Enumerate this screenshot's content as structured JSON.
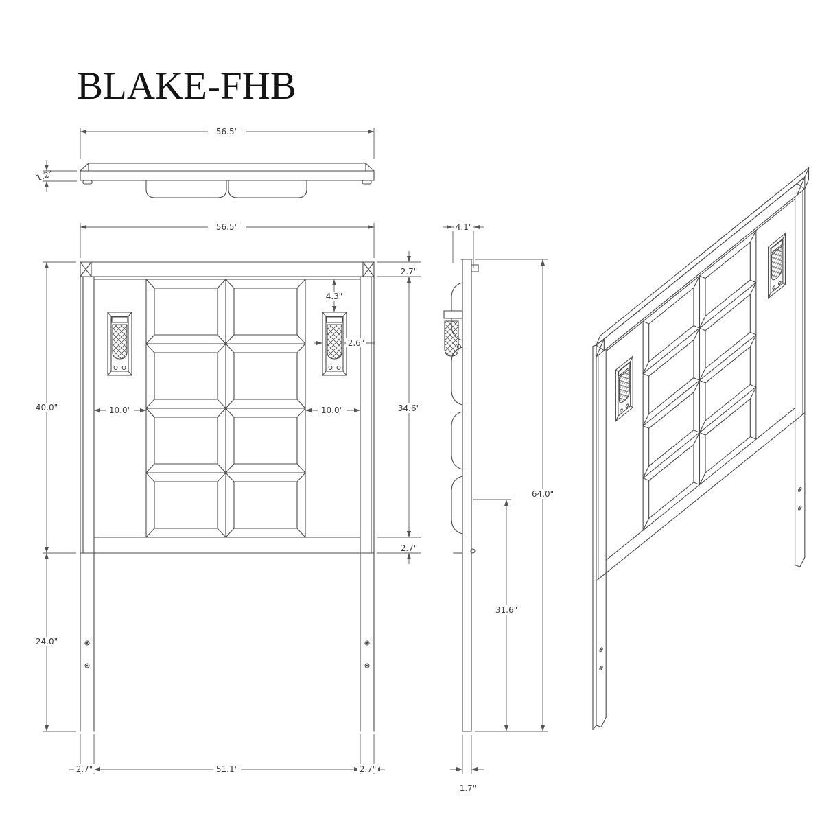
{
  "title": "BLAKE-FHB",
  "views": {
    "top": {
      "dims": {
        "width": "56.5\"",
        "thickness": "1.2\""
      }
    },
    "front": {
      "dims": {
        "width": "56.5\"",
        "rail_top": "2.7\"",
        "sconce_drop": "4.3\"",
        "sconce_width": "2.6\"",
        "inset_left": "10.0\"",
        "inset_right": "10.0\"",
        "panel_height": "34.6\"",
        "headboard_height": "40.0\"",
        "rail_bottom": "2.7\"",
        "leg_height": "24.0\"",
        "leg_width_left": "2.7\"",
        "inner_span": "51.1\"",
        "leg_width_right": "2.7\""
      }
    },
    "side": {
      "dims": {
        "depth": "4.1\"",
        "total_height": "64.0\"",
        "lower_height": "31.6\"",
        "leg_depth": "1.7\""
      }
    }
  }
}
